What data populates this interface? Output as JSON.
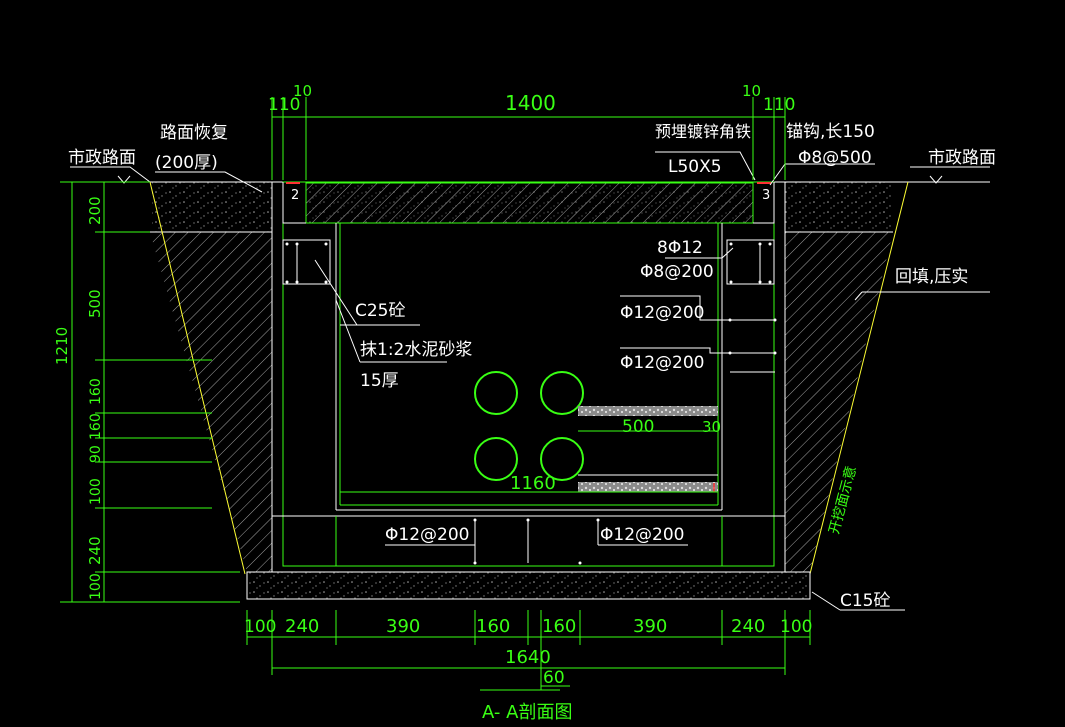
{
  "colors": {
    "background": "#000000",
    "dim": "#39ff14",
    "outline": "#ffffff",
    "excavation": "#ffff33",
    "marker": "#ff3333"
  },
  "title": "A- A剖面图",
  "labels": {
    "road_left": "市政路面",
    "road_right": "市政路面",
    "pavement_restore": "路面恢复",
    "pavement_thk": "(200厚)",
    "angle_iron": "预埋镀锌角铁",
    "angle_size": "L50X5",
    "anchor": "锚钩,长150",
    "anchor_spacing": "Φ8@500",
    "bars_top": "8Φ12",
    "stirrup": "Φ8@200",
    "wall_bar1": "Φ12@200",
    "wall_bar2": "Φ12@200",
    "concrete": "C25砼",
    "plaster": "抹1:2水泥砂浆",
    "plaster_thk": "15厚",
    "backfill": "回填,压实",
    "slope": "开挖面示意",
    "base_concrete": "C15砼",
    "floor_bar_left": "Φ12@200",
    "floor_bar_right": "Φ12@200",
    "bracket_len": "500",
    "bracket_end": "30",
    "inner_width": "1160",
    "tag_2": "2",
    "tag_3": "3"
  },
  "dims_top": {
    "d110_l": "110",
    "d10_l": "10",
    "d1400": "1400",
    "d10_r": "10",
    "d110_r": "110"
  },
  "dims_left": {
    "total": "1210",
    "d200": "200",
    "d500": "500",
    "d160a": "160",
    "d160b": "160",
    "d90": "90",
    "d100a": "100",
    "d240": "240",
    "d100b": "100"
  },
  "dims_bottom": [
    "100",
    "240",
    "390",
    "160",
    "160",
    "390",
    "240",
    "100"
  ],
  "dims_bottom_total": "1640",
  "dims_bottom_small": "60"
}
